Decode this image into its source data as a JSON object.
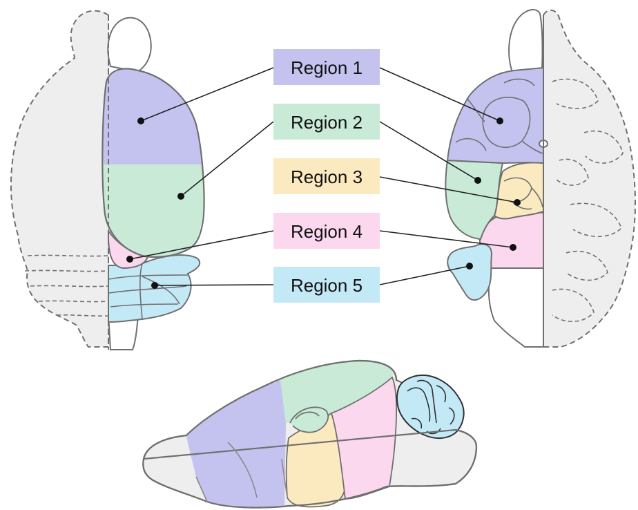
{
  "regions": [
    {
      "label": "Region 1",
      "color": "#c4c2ee"
    },
    {
      "label": "Region 2",
      "color": "#c8ead7"
    },
    {
      "label": "Region 3",
      "color": "#fbeac0"
    },
    {
      "label": "Region 4",
      "color": "#fbd8ee"
    },
    {
      "label": "Region 5",
      "color": "#c4e9f6"
    }
  ],
  "colors": {
    "outline": "#6f6f6f",
    "hemisphere_fill": "#eeeeee",
    "leader": "#222222"
  }
}
